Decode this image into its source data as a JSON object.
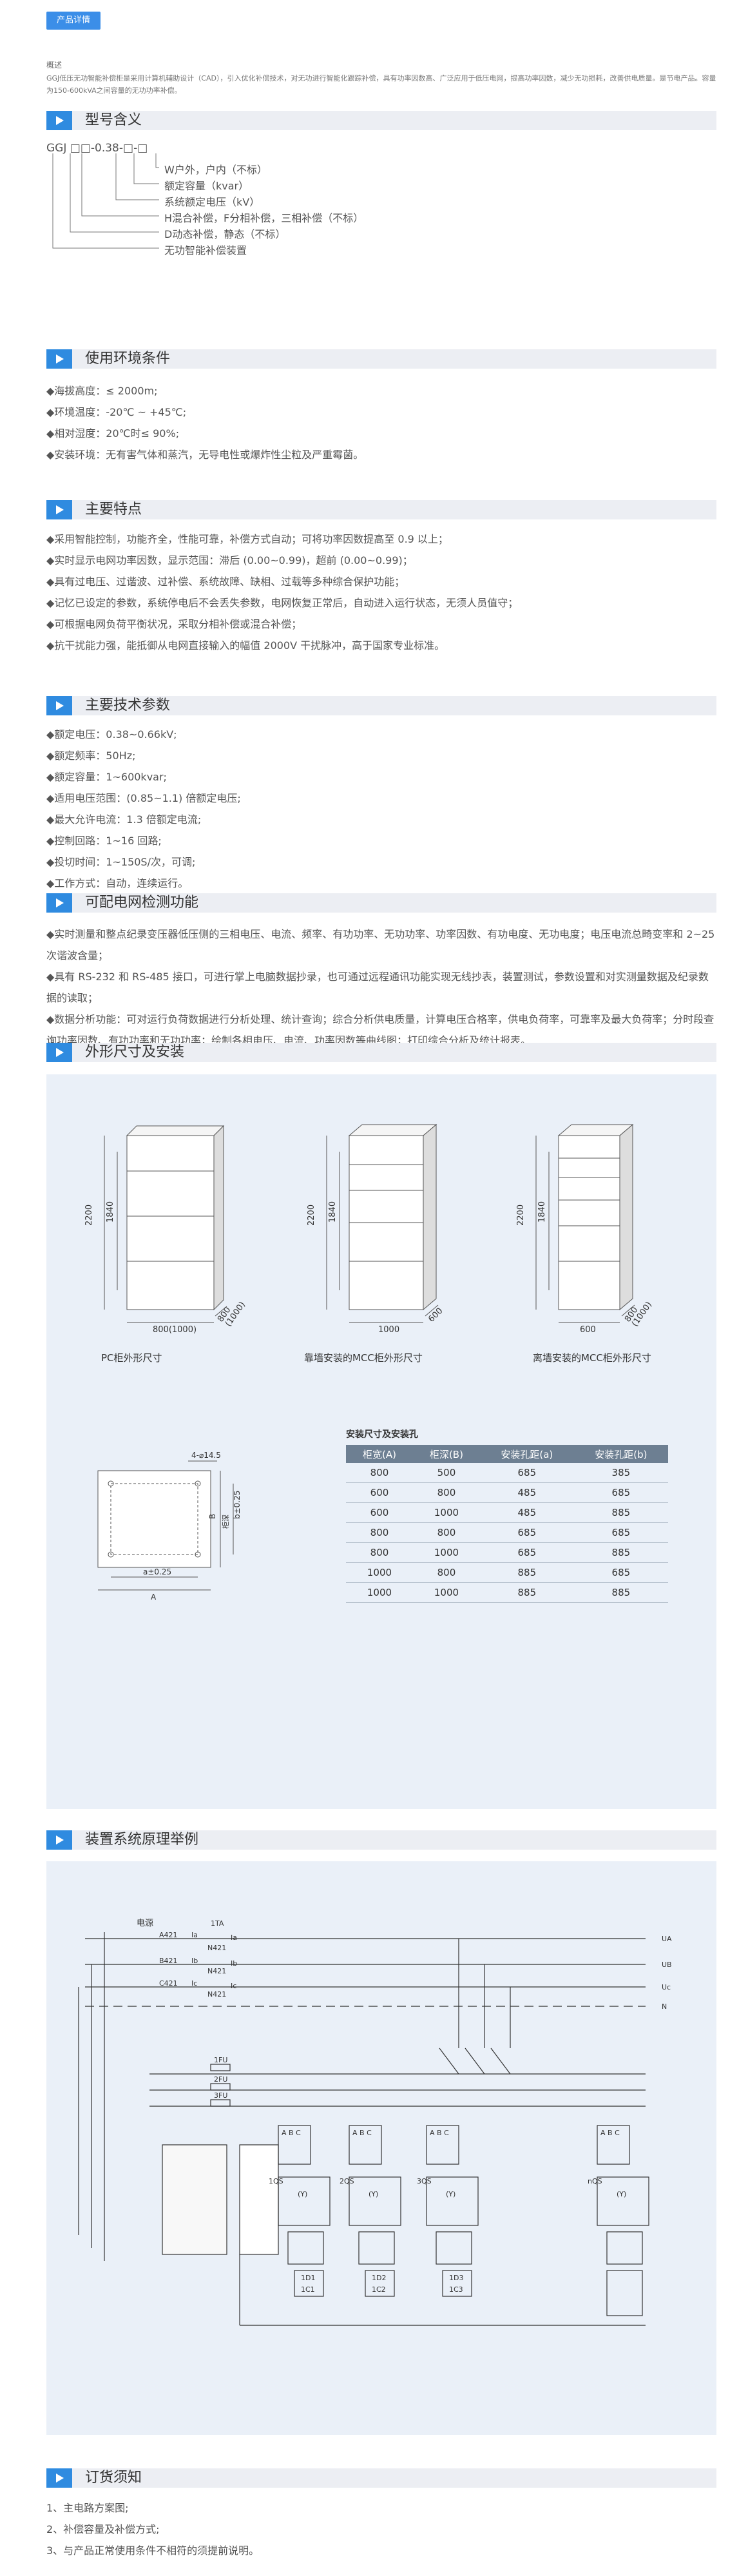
{
  "tab": "产品详情",
  "overview": {
    "title": "概述",
    "text": "GGJ低压无功智能补偿柜是采用计算机辅助设计（CAD），引入优化补偿技术，对无功进行智能化跟踪补偿，具有功率因数高、广泛应用于低压电网，提高功率因数，减少无功损耗，改善供电质量。是节电产品。容量为150-600kVA之间容量的无功功率补偿。"
  },
  "sections": {
    "s1": "型号含义",
    "s2": "使用环境条件",
    "s3": "主要特点",
    "s4": "主要技术参数",
    "s5": "可配电网检测功能",
    "s6": "外形尺寸及安装",
    "s7": "装置系统原理举例",
    "s8": "订货须知"
  },
  "model": {
    "code": "GGJ □□-0.38-□-□",
    "lines": [
      "W户外，户内（不标）",
      "额定容量（kvar）",
      "系统额定电压（kV）",
      "H混合补偿，F分相补偿，三相补偿（不标）",
      "D动态补偿，静态（不标）",
      "无功智能补偿装置"
    ]
  },
  "environment": [
    "◆海拔高度：≤ 2000m;",
    "◆环境温度：-20℃ ~ +45℃;",
    "◆相对湿度：20℃时≤ 90%;",
    "◆安装环境：无有害气体和蒸汽，无导电性或爆炸性尘粒及严重霉菌。"
  ],
  "features": [
    "◆采用智能控制，功能齐全，性能可靠，补偿方式自动；可将功率因数提高至 0.9 以上；",
    "◆实时显示电网功率因数，显示范围：滞后 (0.00~0.99)，超前 (0.00~0.99)；",
    "◆具有过电压、过谐波、过补偿、系统故障、缺相、过载等多种综合保护功能；",
    "◆记忆已设定的参数，系统停电后不会丢失参数，电网恢复正常后，自动进入运行状态，无须人员值守；",
    "◆可根据电网负荷平衡状况，采取分相补偿或混合补偿；",
    "◆抗干扰能力强，能抵御从电网直接输入的幅值 2000V 干扰脉冲，高于国家专业标准。"
  ],
  "params": [
    "◆额定电压：0.38~0.66kV;",
    "◆额定频率：50Hz;",
    "◆额定容量：1~600kvar;",
    "◆适用电压范围：(0.85~1.1) 倍额定电压;",
    "◆最大允许电流：1.3 倍额定电流;",
    "◆控制回路：1~16 回路;",
    "◆投切时间：1~150S/次，可调;",
    "◆工作方式：自动，连续运行。"
  ],
  "detection": [
    "◆实时测量和整点纪录变压器低压侧的三相电压、电流、频率、有功功率、无功功率、功率因数、有功电度、无功电度；电压电流总畸变率和 2~25 次谐波含量；",
    "◆具有 RS-232 和 RS-485 接口，可进行掌上电脑数据抄录，也可通过远程通讯功能实现无线抄表，装置测试，参数设置和对实测量数据及纪录数据的读取；",
    "◆数据分析功能：可对运行负荷数据进行分析处理、统计查询；综合分析供电质量，计算电压合格率，供电负荷率，可靠率及最大负荷率；分时段查询功率因数、有功功率和无功功率；绘制各相电压、电流、功率因数等曲线图；打印综合分析及统计报表。"
  ],
  "dims": {
    "cab1_caption": "PC柜外形尺寸",
    "cab2_caption": "靠墙安装的MCC柜外形尺寸",
    "cab3_caption": "离墙安装的MCC柜外形尺寸",
    "h2200": "2200",
    "h1840": "1840",
    "w1": "800(1000)",
    "d1a": "800",
    "d1b": "(1000)",
    "w2": "1000",
    "d2": "600",
    "w3": "600",
    "d3a": "800",
    "d3b": "(1000)",
    "hole": "4-⌀14.5",
    "b025": "b±0.25",
    "b": "B",
    "bdir": "柜深",
    "a025": "a±0.25",
    "a": "A"
  },
  "install_table": {
    "title": "安装尺寸及安装孔",
    "headers": [
      "柜宽(A)",
      "柜深(B)",
      "安装孔距(a)",
      "安装孔距(b)"
    ],
    "rows": [
      [
        "800",
        "500",
        "685",
        "385"
      ],
      [
        "600",
        "800",
        "485",
        "685"
      ],
      [
        "600",
        "1000",
        "485",
        "885"
      ],
      [
        "800",
        "800",
        "685",
        "685"
      ],
      [
        "800",
        "1000",
        "685",
        "885"
      ],
      [
        "1000",
        "800",
        "885",
        "685"
      ],
      [
        "1000",
        "1000",
        "885",
        "885"
      ]
    ]
  },
  "circuit": {
    "source": "电源",
    "ta": "1TA",
    "a": "A421",
    "b": "B421",
    "c": "C421",
    "ia": "Ia",
    "ib": "Ib",
    "ic": "Ic",
    "ia2": "Ia",
    "ib2": "Ib",
    "ic2": "Ic",
    "n421a": "N421",
    "n421b": "N421",
    "n421c": "N421",
    "ua": "UA",
    "ub": "UB",
    "uc": "Uc",
    "n": "N",
    "fu1": "1FU",
    "fu2": "2FU",
    "fu3": "3FU",
    "qs1": "1QS",
    "qs2": "2QS",
    "qs3": "3QS",
    "qsn": "nQS",
    "c1": "1C1",
    "c2": "1C2",
    "c3": "1C3",
    "y": "(Y)",
    "abc": "A B C",
    "d1": "1D1",
    "d2": "1D2",
    "d3": "1D3"
  },
  "order": [
    "1、主电路方案图;",
    "2、补偿容量及补偿方式;",
    "3、与产品正常使用条件不相符的须提前说明。"
  ]
}
